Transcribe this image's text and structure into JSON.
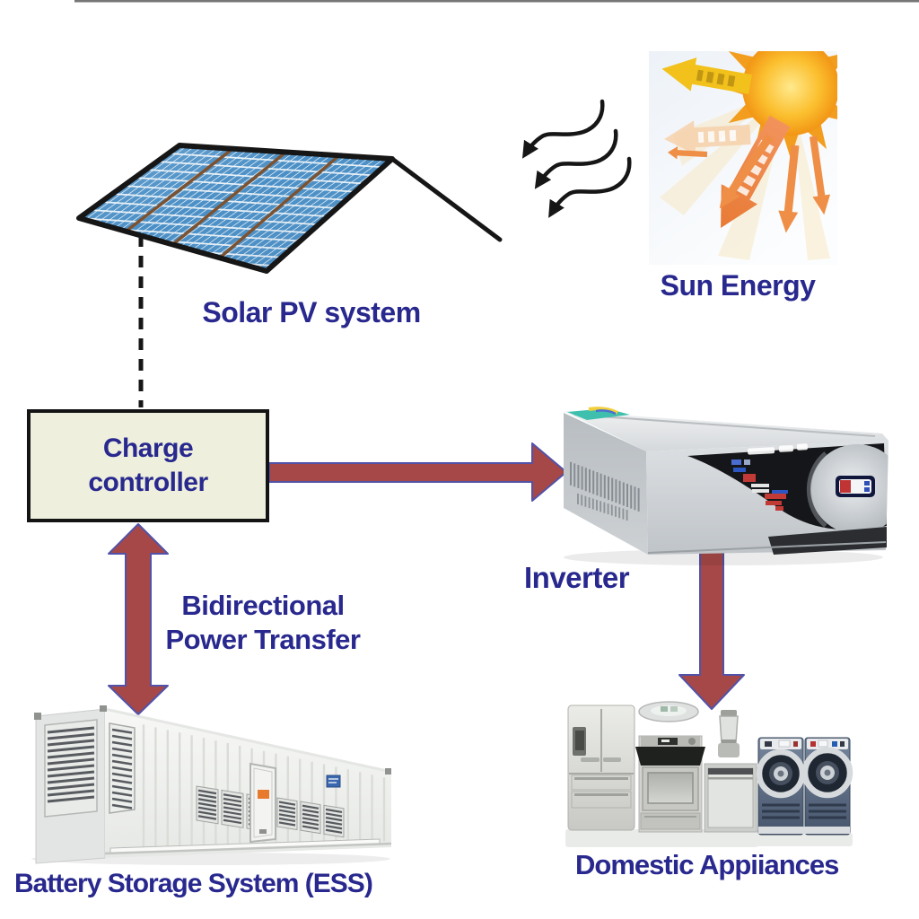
{
  "labels": {
    "solar_pv": "Solar PV system",
    "sun_energy": "Sun Energy",
    "charge_controller": "Charge\ncontroller",
    "inverter": "Inverter",
    "bidirectional": "Bidirectional\nPower Transfer",
    "battery": "Battery Storage System (ESS)",
    "appliances": "Domestic Appiiances"
  },
  "diagram": {
    "type": "flow",
    "nodes": [
      {
        "id": "sun",
        "label_key": "sun_energy",
        "kind": "illustration-sun"
      },
      {
        "id": "solar_pv",
        "label_key": "solar_pv",
        "kind": "illustration-solar-panel"
      },
      {
        "id": "charge_controller",
        "label_key": "charge_controller",
        "kind": "box"
      },
      {
        "id": "inverter",
        "label_key": "inverter",
        "kind": "illustration-inverter"
      },
      {
        "id": "battery",
        "label_key": "battery",
        "kind": "illustration-container"
      },
      {
        "id": "appliances",
        "label_key": "appliances",
        "kind": "illustration-appliances"
      }
    ],
    "edges": [
      {
        "from": "sun",
        "to": "solar_pv",
        "style": "wavy-black-arrows"
      },
      {
        "from": "solar_pv",
        "to": "charge_controller",
        "style": "dashed-black-line"
      },
      {
        "from": "charge_controller",
        "to": "inverter",
        "style": "red-block-arrow"
      },
      {
        "from": "charge_controller",
        "to": "battery",
        "style": "red-block-arrow-bidirectional",
        "label_key": "bidirectional"
      },
      {
        "from": "inverter",
        "to": "appliances",
        "style": "red-block-arrow"
      }
    ]
  },
  "colors": {
    "label_text": "#28288e",
    "arrow_fill": "#a64848",
    "arrow_outline": "#5252a8",
    "controller_box_fill": "#eef0dd",
    "controller_box_border": "#141414",
    "panel_cell_blue": "#4a8fc6",
    "panel_divider_brown": "#7d5230",
    "line_black": "#161616",
    "sun_core": "#ffe98c",
    "sun_edge": "#f29515",
    "sun_arrow_orange": "#ef8f47",
    "sun_arrow_yellow": "#f3c11c"
  }
}
